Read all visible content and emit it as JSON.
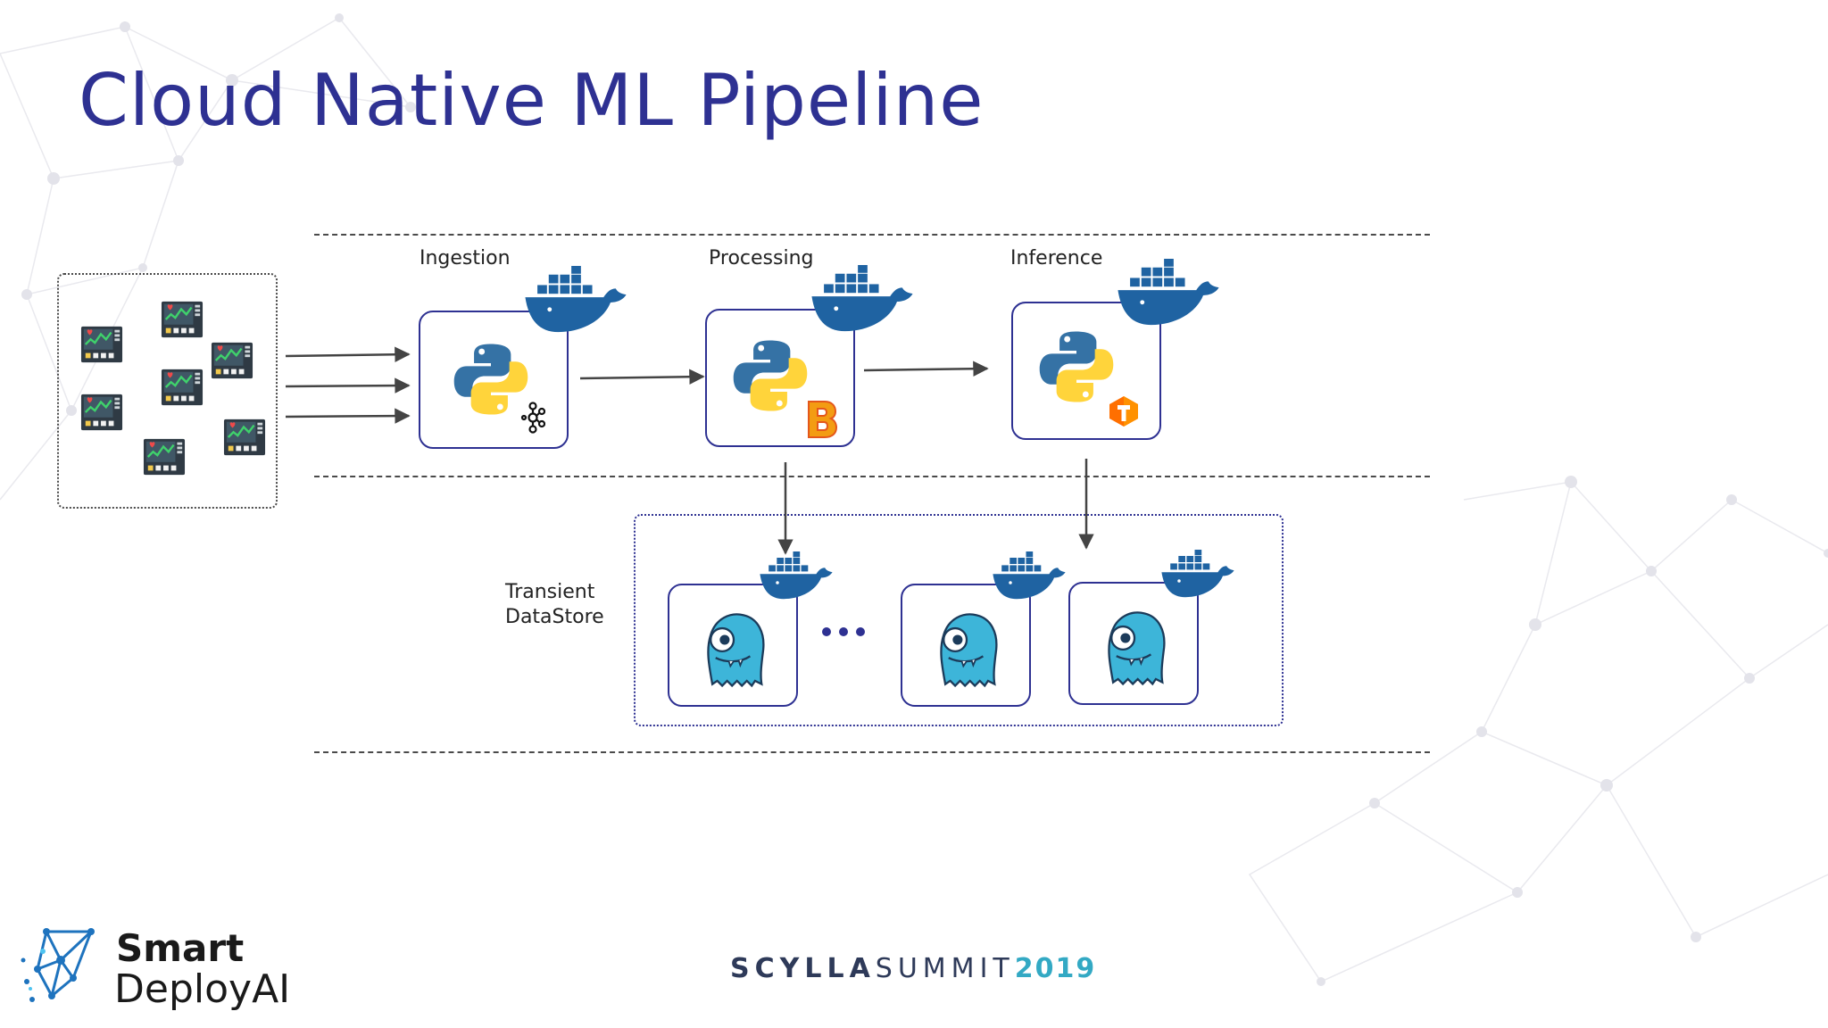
{
  "slide": {
    "title": "Cloud Native ML Pipeline"
  },
  "pipeline": {
    "stages": [
      {
        "label": "Ingestion"
      },
      {
        "label": "Processing"
      },
      {
        "label": "Inference"
      }
    ],
    "datastore": {
      "label_line1": "Transient",
      "label_line2": "DataStore"
    }
  },
  "footer": {
    "logo_line1": "Smart",
    "logo_line2": "DeployAI",
    "event_part1": "SCYLLA",
    "event_part2": "SUMMIT",
    "event_part3": "2019"
  },
  "colors": {
    "title": "#2e3192",
    "node_border": "#2e3192",
    "docker": "#1f63a2",
    "scylla": "#3db5d9",
    "python_blue": "#3572a5",
    "python_yellow": "#ffd43b",
    "summit_accent": "#33a9c4"
  },
  "icons": {
    "container": "docker-whale-icon",
    "runtime": "python-logo-icon",
    "ingestion_tool": "kafka-icon",
    "processing_tool": "bytewax-b-icon",
    "inference_tool": "tensorflow-icon",
    "database": "scylla-monster-icon",
    "source": "monitor-device-icon"
  }
}
